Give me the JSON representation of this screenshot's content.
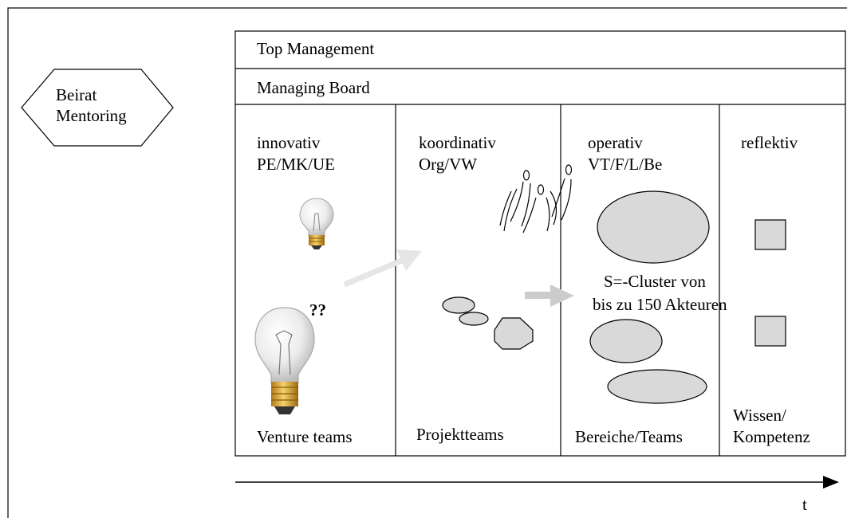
{
  "mentoring": {
    "line1": "Beirat",
    "line2": "Mentoring"
  },
  "rows": {
    "top_management": "Top Management",
    "managing_board": "Managing Board"
  },
  "columns": [
    {
      "title": "innovativ",
      "subtitle": "PE/MK/UE",
      "footer": "Venture teams"
    },
    {
      "title": "koordinativ",
      "subtitle": "Org/VW",
      "footer": "Projektteams"
    },
    {
      "title": "operativ",
      "subtitle": "VT/F/L/Be",
      "footer": "Bereiche/Teams"
    },
    {
      "title": "reflektiv",
      "footer_line1": "Wissen/",
      "footer_line2": "Kompetenz"
    }
  ],
  "cluster_note": {
    "line1": "S=-Cluster von",
    "line2": "bis zu 150 Akteuren"
  },
  "question_marks": "??",
  "time_axis_label": "t",
  "colors": {
    "shape_fill": "#d9d9d9",
    "arrow_fill": "#e6e6e6",
    "arrow_dark": "#cccccc",
    "bulb_base": "#e0a830"
  },
  "icons": [
    "hexagon",
    "lightbulb-icon",
    "people-sketch-icon",
    "arrow-icon"
  ]
}
